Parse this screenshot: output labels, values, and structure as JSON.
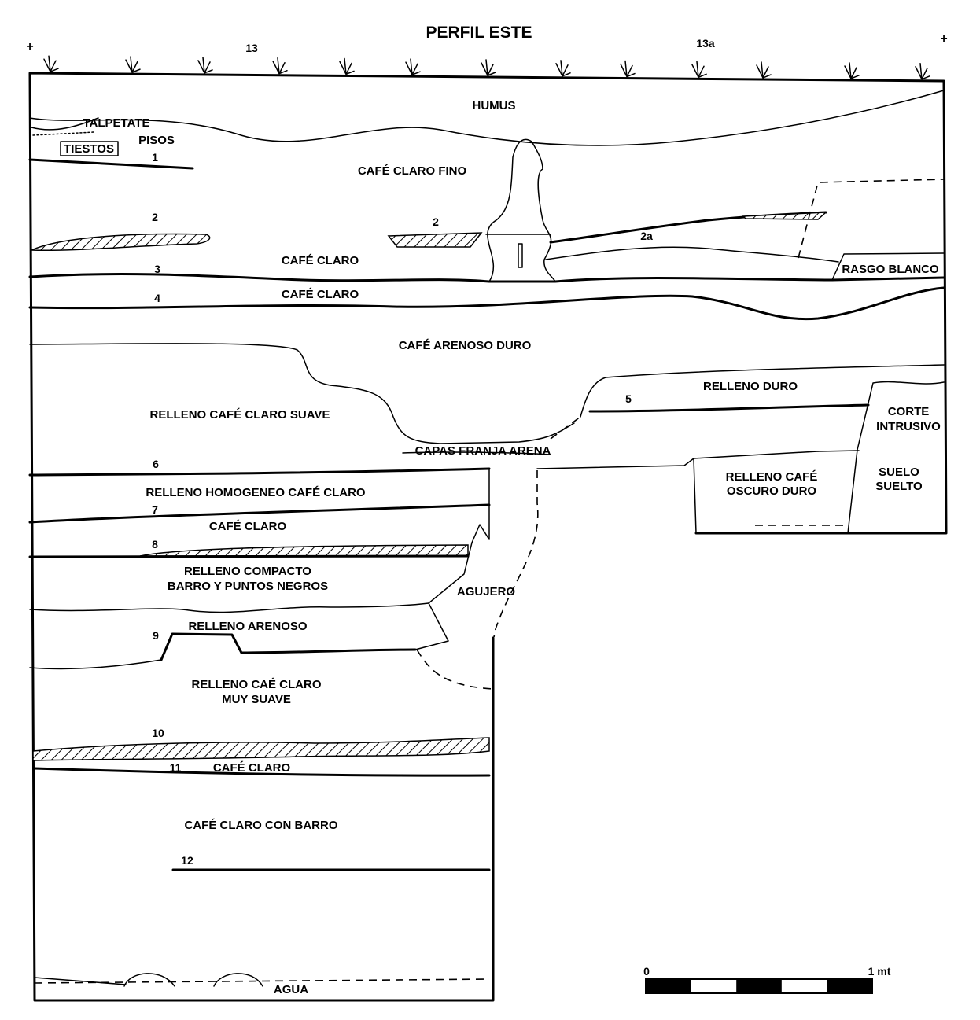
{
  "title": "PERFIL  ESTE",
  "grid_labels": {
    "left": "13",
    "right": "13a"
  },
  "layers": {
    "humus": "HUMUS",
    "talpetate": "TALPETATE",
    "tiestos": "TIESTOS",
    "pisos": "PISOS",
    "cafe_claro_fino": "CAFÉ CLARO FINO",
    "cafe_claro_a": "CAFÉ CLARO",
    "cafe_claro_b": "CAFÉ CLARO",
    "rasgo_blanco": "RASGO BLANCO",
    "cafe_arenoso_duro": "CAFÉ ARENOSO DURO",
    "relleno_duro": "RELLENO DURO",
    "relleno_cafe_claro_suave": "RELLENO CAFÉ CLARO SUAVE",
    "corte_intrusivo_1": "CORTE",
    "corte_intrusivo_2": "INTRUSIVO",
    "capas_franja_arena": "CAPAS FRANJA ARENA",
    "relleno_cafe_oscuro_1": "RELLENO CAFÉ",
    "relleno_cafe_oscuro_2": "OSCURO DURO",
    "suelo_suelto_1": "SUELO",
    "suelo_suelto_2": "SUELTO",
    "relleno_homogeneo": "RELLENO HOMOGENEO CAFÉ CLARO",
    "cafe_claro_c": "CAFÉ CLARO",
    "relleno_compacto_1": "RELLENO COMPACTO",
    "relleno_compacto_2": "BARRO Y PUNTOS NEGROS",
    "agujero": "AGUJERO",
    "relleno_arenoso": "RELLENO ARENOSO",
    "relleno_cae_claro_1": "RELLENO CAÉ CLARO",
    "relleno_cae_claro_2": "MUY SUAVE",
    "cafe_claro_d": "CAFÉ CLARO",
    "cafe_claro_con_barro": "CAFÉ CLARO CON BARRO",
    "agua": "AGUA"
  },
  "floor_numbers": {
    "n1": "1",
    "n2": "2",
    "n2b": "2",
    "n2a": "2a",
    "n3": "3",
    "n4": "4",
    "n5": "5",
    "n6": "6",
    "n7": "7",
    "n8": "8",
    "n9": "9",
    "n10": "10",
    "n11": "11",
    "n12": "12"
  },
  "scale_bar": {
    "start": "0",
    "end": "1 mt",
    "segments": 5
  },
  "colors": {
    "ink": "#000000",
    "paper": "#ffffff"
  }
}
